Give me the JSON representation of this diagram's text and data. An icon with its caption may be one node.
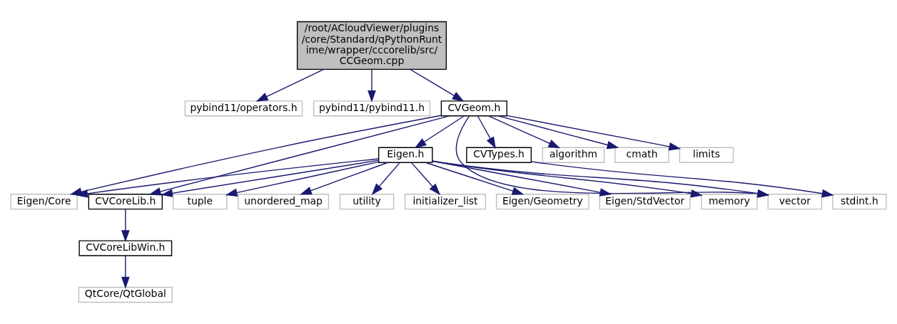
{
  "diagram": {
    "nodes": [
      {
        "text": [
          "/root/ACloudViewer/plugins/core/Standard/qPythonRuntime/wrapper/cccorelib/src/CCGeom.cpp"
        ]
      },
      {
        "text": [
          "pybind11/operators.h"
        ]
      },
      {
        "text": [
          "pybind11/pybind11.h"
        ]
      },
      {
        "text": [
          "CVGeom.h"
        ]
      },
      {
        "text": [
          "Eigen.h"
        ]
      },
      {
        "text": [
          "CVTypes.h"
        ]
      },
      {
        "text": [
          "algorithm"
        ]
      },
      {
        "text": [
          "cmath"
        ]
      },
      {
        "text": [
          "limits"
        ]
      },
      {
        "text": [
          "Eigen/Core"
        ]
      },
      {
        "text": [
          "CVCoreLib.h"
        ]
      },
      {
        "text": [
          "utility"
        ]
      },
      {
        "text": [
          "initializer_list"
        ]
      },
      {
        "text": [
          "Eigen/Geometry"
        ]
      },
      {
        "text": [
          "Eigen/StdVector"
        ]
      },
      {
        "text": [
          "memory"
        ]
      },
      {
        "text": [
          "tuple"
        ]
      },
      {
        "text": [
          "unordered_map"
        ]
      },
      {
        "text": [
          "vector"
        ]
      },
      {
        "text": [
          "stdint.h"
        ]
      },
      {
        "text": [
          "CVCoreLibWin.h"
        ]
      },
      {
        "text": [
          "QtCore/QtGlobal"
        ]
      }
    ],
    "edges": [
      {
        "from": 0,
        "to": 1,
        "arrow": "to"
      },
      {
        "from": 0,
        "to": 2,
        "arrow": "to"
      },
      {
        "from": 0,
        "to": 3,
        "arrow": "to"
      },
      {
        "from": 3,
        "to": 9,
        "arrow": "to"
      },
      {
        "from": 3,
        "to": 10,
        "arrow": "to"
      },
      {
        "from": 3,
        "to": 4,
        "arrow": "to"
      },
      {
        "from": 3,
        "to": 18,
        "arrow": "to"
      },
      {
        "from": 3,
        "to": 5,
        "arrow": "to"
      },
      {
        "from": 3,
        "to": 6,
        "arrow": "to"
      },
      {
        "from": 3,
        "to": 7,
        "arrow": "to"
      },
      {
        "from": 3,
        "to": 8,
        "arrow": "to"
      },
      {
        "from": 4,
        "to": 9,
        "arrow": "to"
      },
      {
        "from": 4,
        "to": 10,
        "arrow": "to"
      },
      {
        "from": 4,
        "to": 11,
        "arrow": "to"
      },
      {
        "from": 4,
        "to": 12,
        "arrow": "to"
      },
      {
        "from": 4,
        "to": 13,
        "arrow": "to"
      },
      {
        "from": 4,
        "to": 14,
        "arrow": "to"
      },
      {
        "from": 4,
        "to": 15,
        "arrow": "to"
      },
      {
        "from": 4,
        "to": 16,
        "arrow": "to"
      },
      {
        "from": 4,
        "to": 17,
        "arrow": "to"
      },
      {
        "from": 4,
        "to": 18,
        "arrow": "to"
      },
      {
        "from": 5,
        "to": 19,
        "arrow": "to"
      },
      {
        "from": 10,
        "to": 20,
        "arrow": "to"
      },
      {
        "from": 20,
        "to": 21,
        "arrow": "to"
      }
    ]
  }
}
